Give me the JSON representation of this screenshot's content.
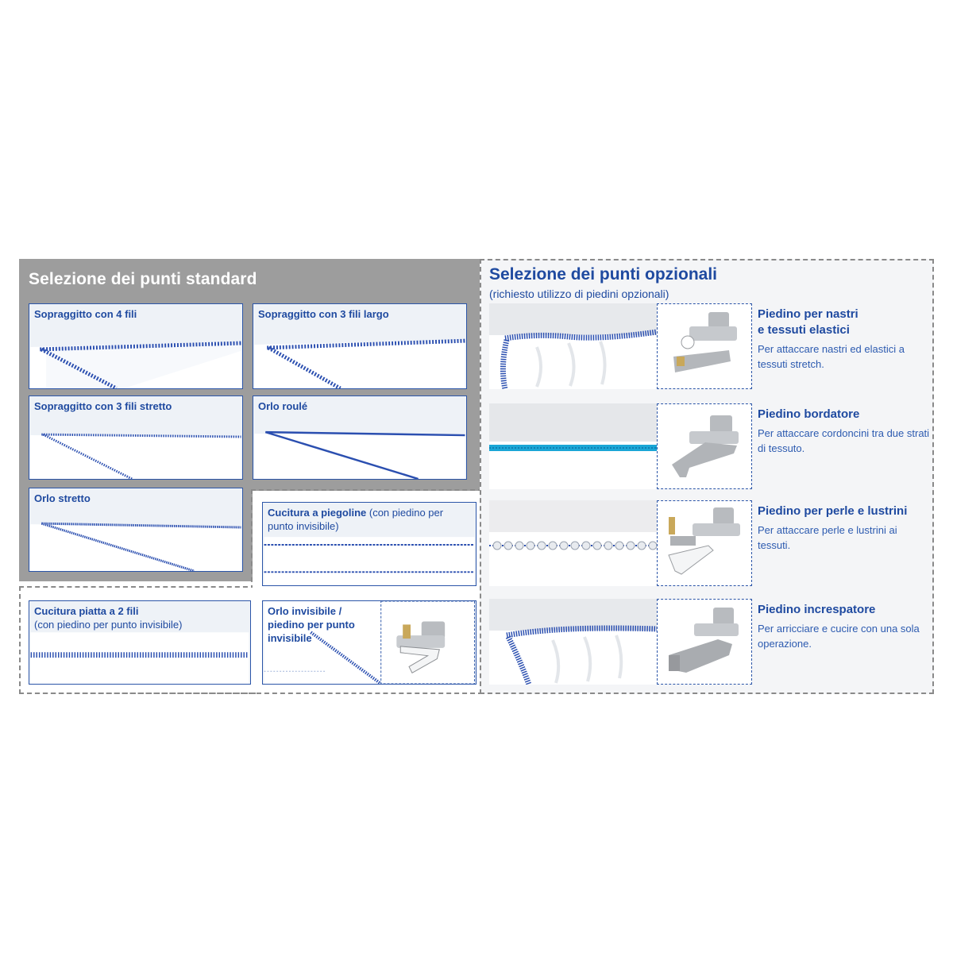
{
  "standard": {
    "title": "Selezione dei punti standard",
    "tiles": [
      {
        "label": "Sopraggitto con 4 fili"
      },
      {
        "label": "Sopraggitto con 3 fili largo"
      },
      {
        "label": "Sopraggitto con 3 fili stretto"
      },
      {
        "label": "Orlo roulé"
      },
      {
        "label": "Orlo stretto"
      },
      {
        "label": "Cucitura a piegoline",
        "note": " (con piedino per punto invisibile)"
      },
      {
        "label": "Cucitura piatta a 2 fili",
        "note": "(con piedino per punto invisibile)"
      },
      {
        "label": "Orlo invisibile / piedino per punto invisibile"
      }
    ]
  },
  "optional": {
    "title": "Selezione dei punti opzionali",
    "subtitle": "(richiesto utilizzo di piedini opzionali)",
    "items": [
      {
        "title_line1": "Piedino per nastri",
        "title_line2": "e tessuti elastici",
        "desc": "Per attaccare nastri ed elastici a tessuti stretch."
      },
      {
        "title_line1": "Piedino bordatore",
        "title_line2": "",
        "desc": "Per attaccare cordoncini tra due strati di tessuto."
      },
      {
        "title_line1": "Piedino per perle e lustrini",
        "title_line2": "",
        "desc": "Per attaccare perle e lustrini ai tessuti."
      },
      {
        "title_line1": "Piedino increspatore",
        "title_line2": "",
        "desc": "Per arricciare e cucire con una sola operazione."
      }
    ]
  },
  "colors": {
    "accent": "#1f4aa0",
    "panel_gray": "#9d9d9d",
    "thread_blue": "#2b4fb0",
    "cord_cyan": "#1aa6d6"
  }
}
